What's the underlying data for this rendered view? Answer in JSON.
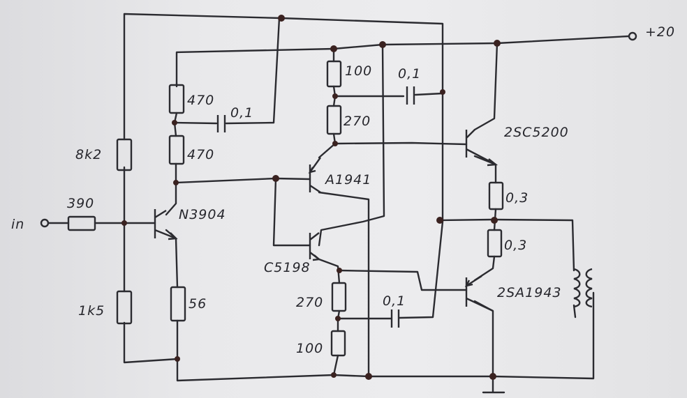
{
  "terminals": {
    "input": "in",
    "supply": "+20"
  },
  "resistors": {
    "r_in": "390",
    "r_bias_top": "8k2",
    "r_bias_bottom": "1k5",
    "r_470_top": "470",
    "r_470_bottom": "470",
    "r_emitter": "56",
    "r_100_top": "100",
    "r_270_top": "270",
    "r_270_bottom": "270",
    "r_100_bottom": "100",
    "r_emitter_top": "0,3",
    "r_emitter_bottom": "0,3"
  },
  "capacitors": {
    "c_bootstrap": "0,1",
    "c_top": "0,1",
    "c_bottom": "0,1"
  },
  "transistors": {
    "q_input": "N3904",
    "q_driver_pnp": "A1941",
    "q_driver_npn": "C5198",
    "q_out_npn": "2SC5200",
    "q_out_pnp": "2SA1943"
  },
  "colors": {
    "ink": "#2b2b30",
    "junction": "#3a2220",
    "paper": "#e9e9eb"
  }
}
